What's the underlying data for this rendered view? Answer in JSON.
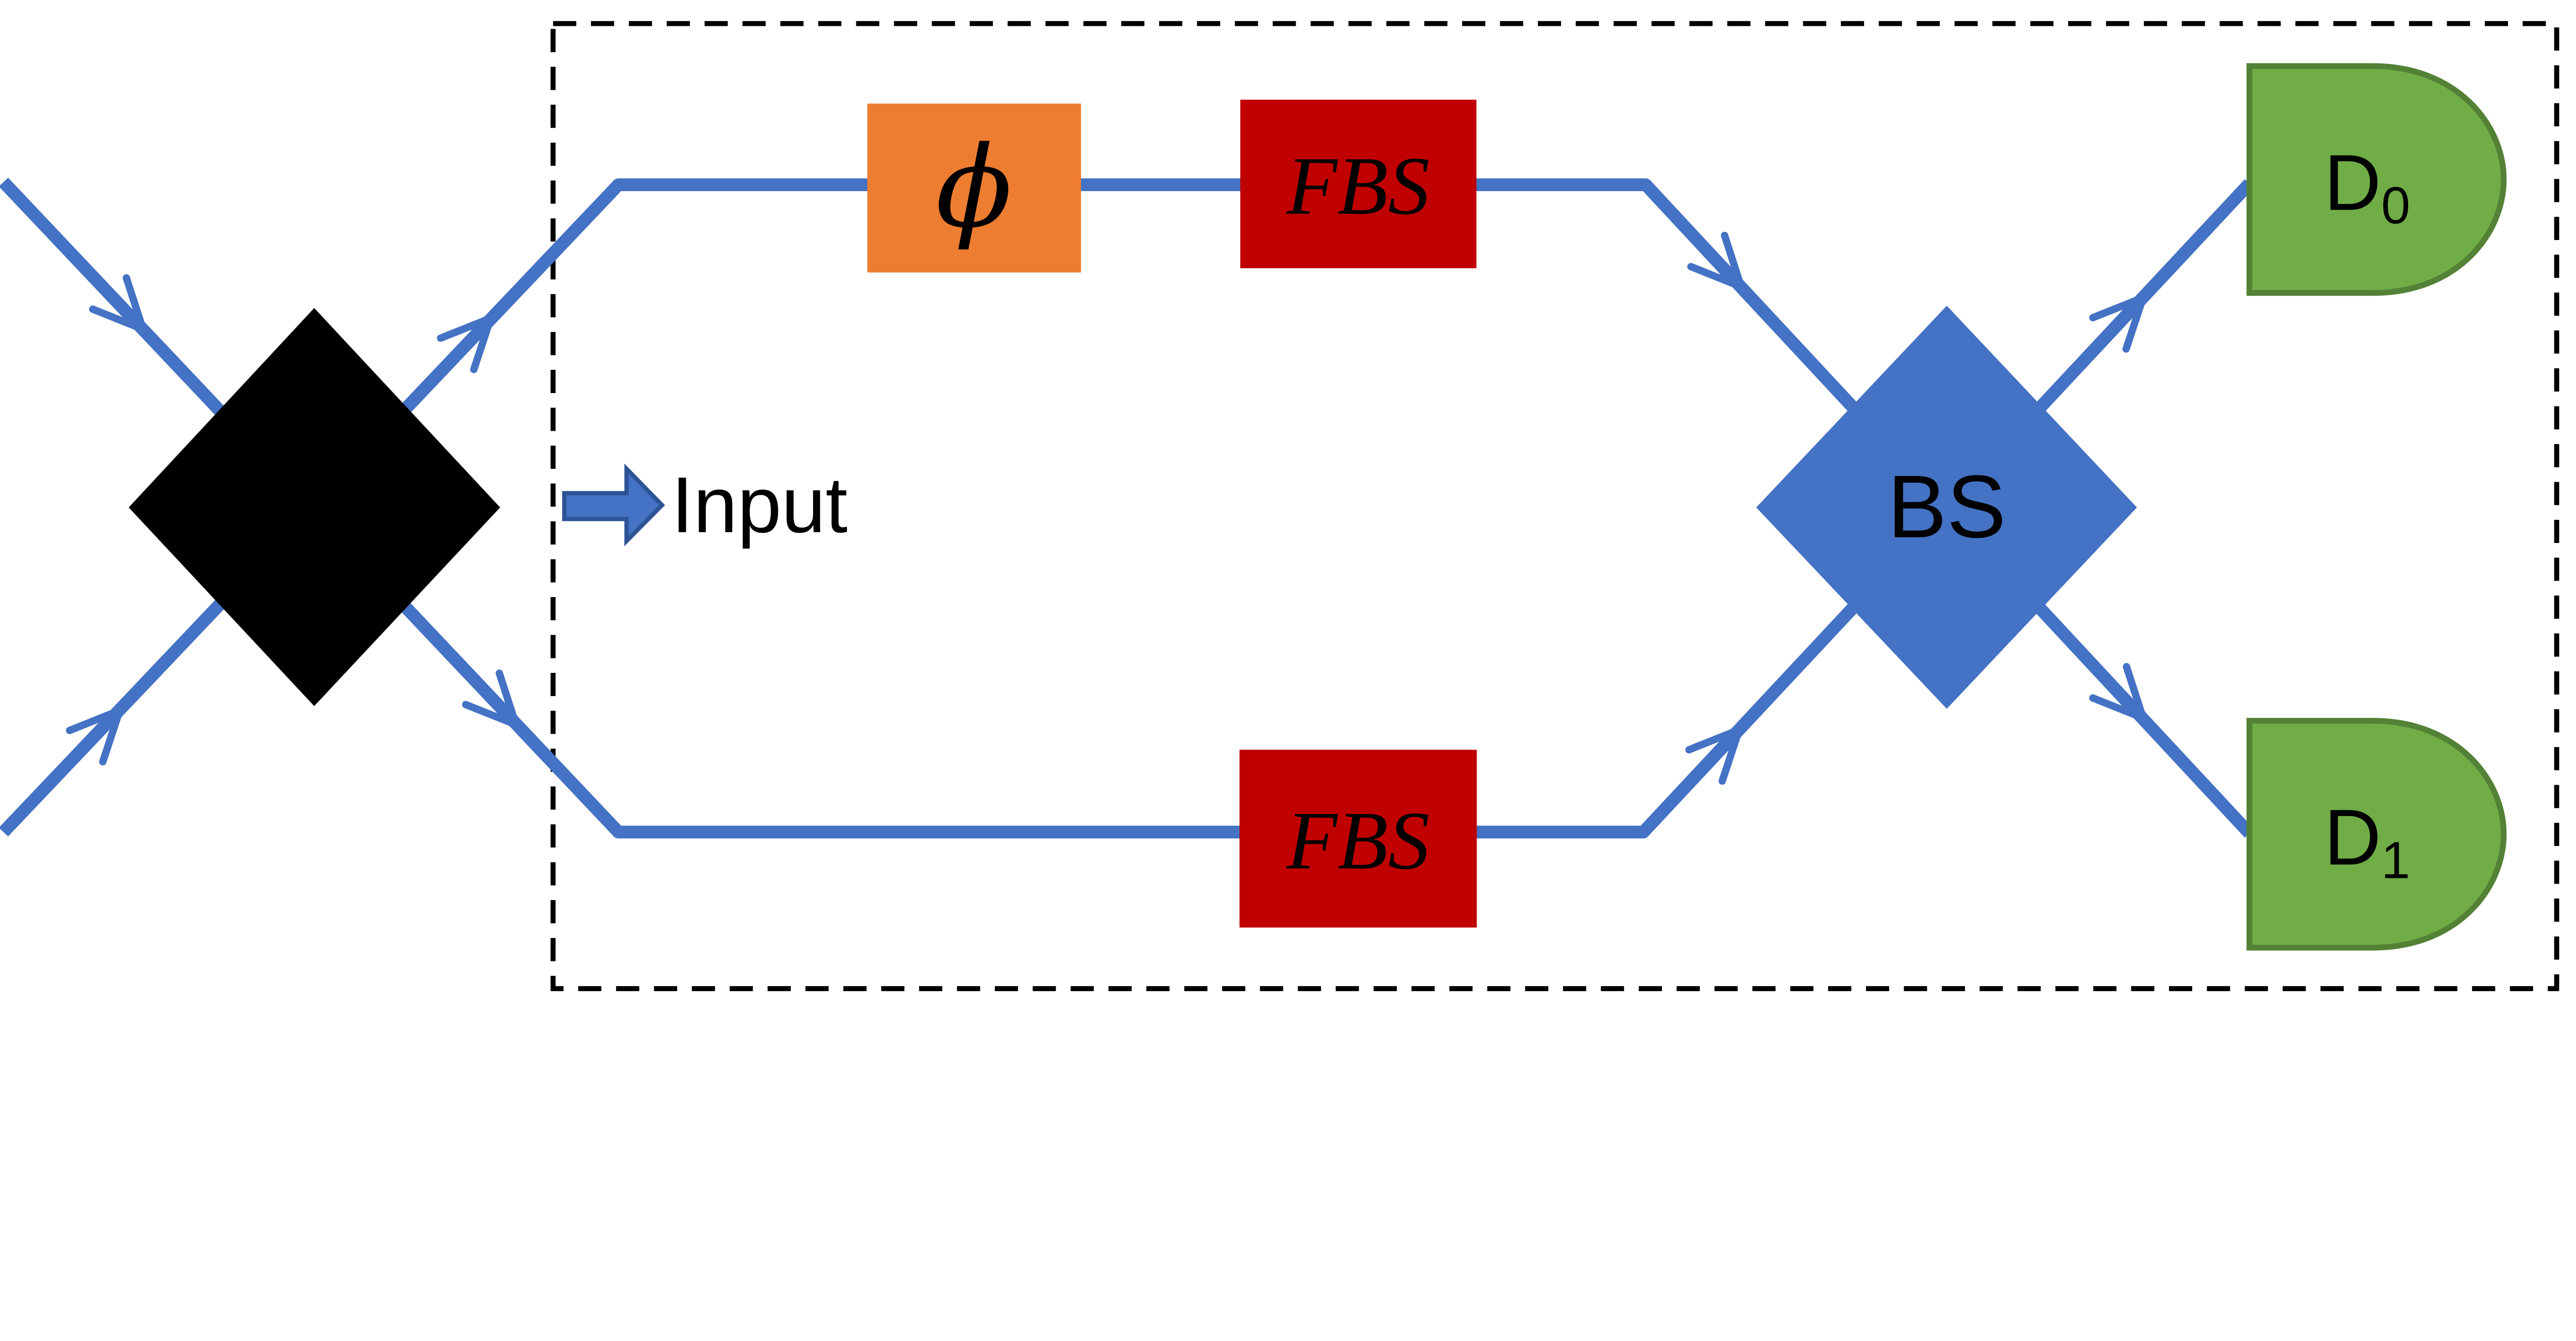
{
  "diagram": {
    "description": "Interferometer schematic with source, phase shifter, fiber beam splitters, beam splitter and two detectors",
    "input": {
      "label": "Input"
    },
    "phase_shifter": {
      "label": "ϕ"
    },
    "fbs_top": {
      "label": "FBS"
    },
    "fbs_bottom": {
      "label": "FBS"
    },
    "beam_splitter": {
      "label": "BS"
    },
    "detector_0": {
      "label_main": "D",
      "label_sub": "0"
    },
    "detector_1": {
      "label_main": "D",
      "label_sub": "1"
    },
    "colors": {
      "line_blue": "#4472C4",
      "arrow_fill": "#4472C4",
      "arrow_stroke": "#2E5395",
      "phase_orange": "#ED7D31",
      "fbs_red": "#C00000",
      "bs_blue": "#4472C4",
      "detector_green": "#70AD47",
      "detector_border": "#538135",
      "source_black": "#000000",
      "dash_black": "#000000",
      "text_black": "#000000"
    }
  }
}
